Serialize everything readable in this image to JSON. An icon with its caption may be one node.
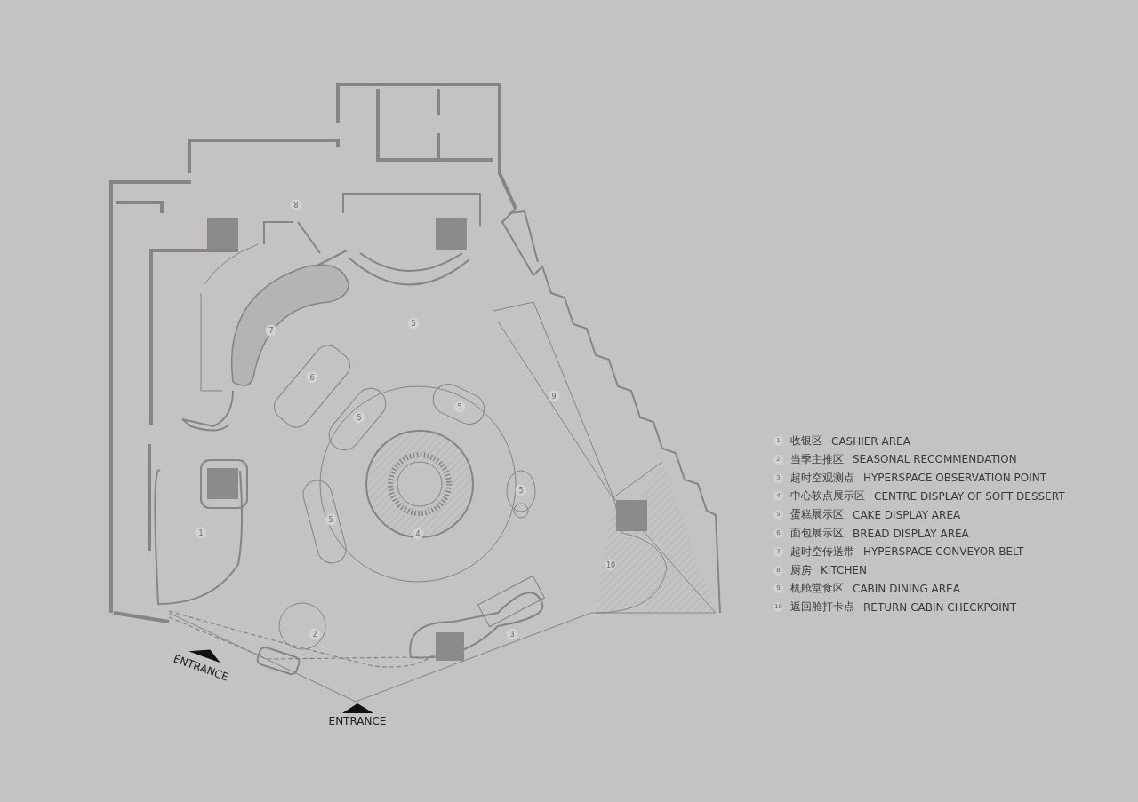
{
  "diagram": {
    "labels": [
      "8",
      "5",
      "7",
      "6",
      "5",
      "5",
      "9",
      "1",
      "5",
      "5",
      "4",
      "10",
      "2",
      "3",
      "ENTRANCE",
      "ENTRANCE",
      "1",
      "收银区",
      "CASHIER AREA",
      "2",
      "当季主推区",
      "SEASONAL RECOMMENDATION",
      "3",
      "超时空观测点",
      "HYPERSPACE OBSERVATION POINT",
      "4",
      "中心软点展示区",
      "CENTRE DISPLAY OF SOFT DESSERT",
      "5",
      "蛋糕展示区",
      "CAKE DISPLAY AREA",
      "6",
      "面包展示区",
      "BREAD DISPLAY AREA",
      "7",
      "超时空传送带",
      "HYPERSPACE CONVEYOR BELT",
      "8",
      "厨房",
      "KITCHEN",
      "9",
      "机舱堂食区",
      "CABIN DINING AREA",
      "10",
      "返回舱打卡点",
      "RETURN CABIN CHECKPOINT"
    ]
  }
}
